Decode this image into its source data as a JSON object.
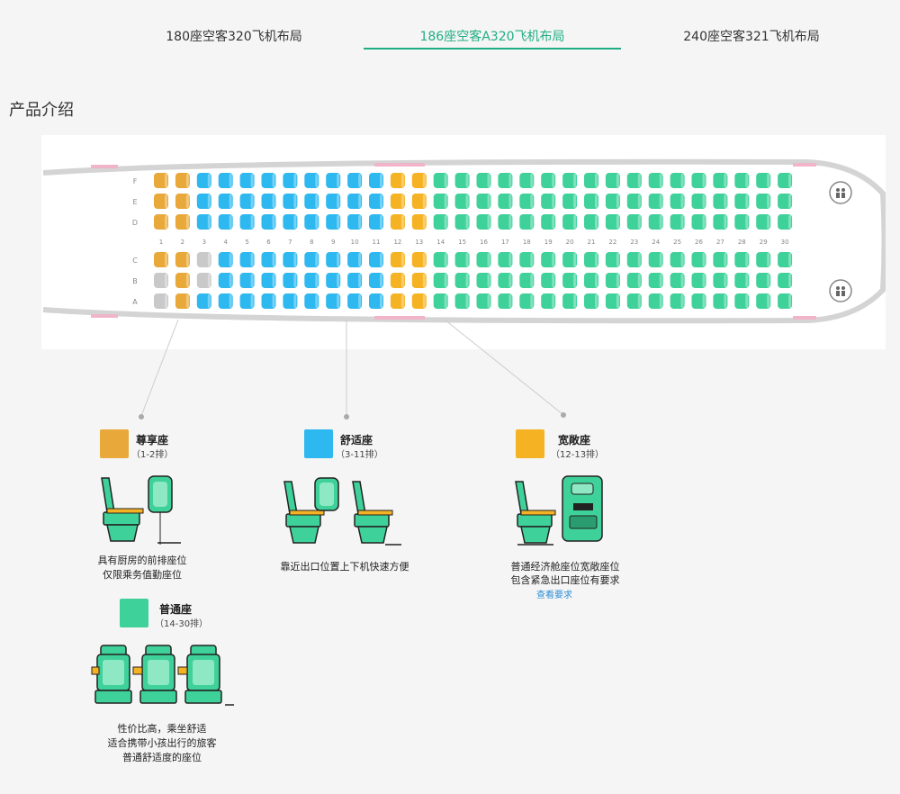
{
  "tabs": [
    {
      "label": "180座空客320飞机布局",
      "active": false
    },
    {
      "label": "186座空客A320飞机布局",
      "active": true
    },
    {
      "label": "240座空客321飞机布局",
      "active": false
    }
  ],
  "section_title": "产品介绍",
  "seatmap": {
    "rows": 30,
    "upper_letters": [
      "F",
      "E",
      "D"
    ],
    "lower_letters": [
      "C",
      "B",
      "A"
    ],
    "row_numbers": [
      "1",
      "2",
      "3",
      "4",
      "5",
      "6",
      "7",
      "8",
      "9",
      "10",
      "11",
      "12",
      "13",
      "14",
      "15",
      "16",
      "17",
      "18",
      "19",
      "20",
      "21",
      "22",
      "23",
      "24",
      "25",
      "26",
      "27",
      "28",
      "29",
      "30"
    ],
    "colors": {
      "premium": "#e8a93a",
      "comfort": "#2db8f0",
      "exit": "#f5b323",
      "economy": "#3fd19a",
      "blocked": "#c9c9c9",
      "accent": "#1fae83"
    }
  },
  "categories": {
    "premium": {
      "name": "尊享座",
      "range": "（1-2排）",
      "desc": [
        "具有厨房的前排座位",
        "仅限乘务值勤座位"
      ]
    },
    "comfort": {
      "name": "舒适座",
      "range": "（3-11排）",
      "desc": [
        "靠近出口位置上下机快速方便"
      ]
    },
    "exit": {
      "name": "宽敞座",
      "range": "（12-13排）",
      "desc": [
        "普通经济舱座位宽敞座位",
        "包含紧急出口座位有要求"
      ],
      "link": "查看要求"
    },
    "economy": {
      "name": "普通座",
      "range": "（14-30排）",
      "desc": [
        "性价比高，乘坐舒适",
        "适合携带小孩出行的旅客",
        "普通舒适度的座位"
      ]
    }
  }
}
